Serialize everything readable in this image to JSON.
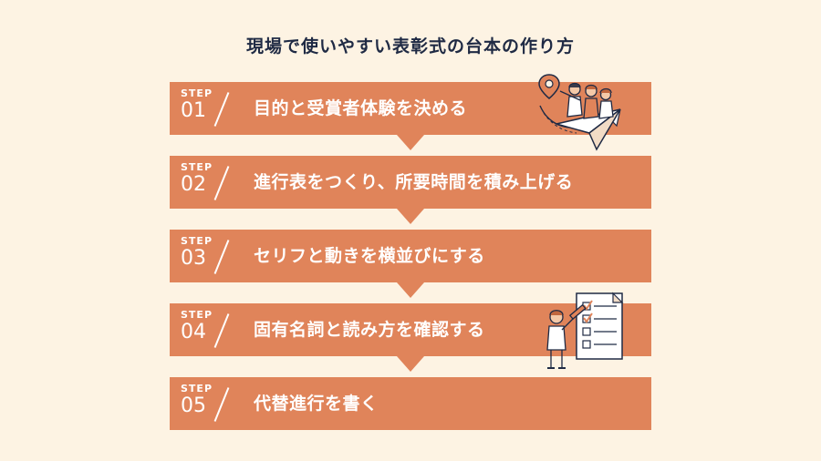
{
  "title": "現場で使いやすい表彰式の台本の作り方",
  "step_word": "STEP",
  "steps": [
    {
      "num": "01",
      "label": "目的と受賞者体験を決める"
    },
    {
      "num": "02",
      "label": "進行表をつくり、所要時間を積み上げる"
    },
    {
      "num": "03",
      "label": "セリフと動きを横並びにする"
    },
    {
      "num": "04",
      "label": "固有名詞と読み方を確認する"
    },
    {
      "num": "05",
      "label": "代替進行を書く"
    }
  ],
  "colors": {
    "background": "#fdf3e3",
    "step_fill": "#e0845a",
    "title_text": "#1f2a44",
    "step_text": "#ffffff"
  }
}
